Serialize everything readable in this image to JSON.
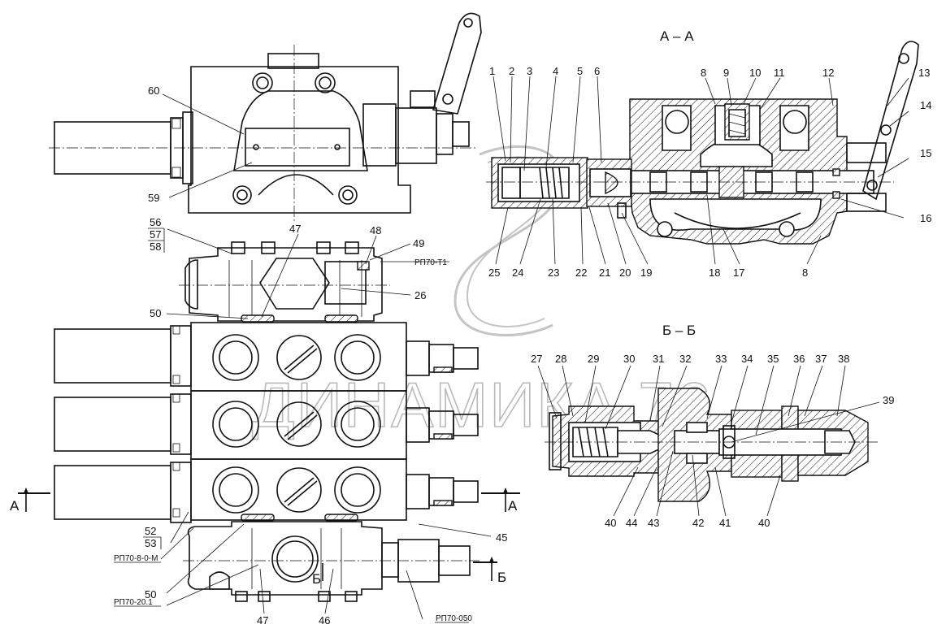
{
  "sections": {
    "aa_title": "А – А",
    "bb_title": "Б – Б",
    "cut_a": "А",
    "cut_b": "Б"
  },
  "watermark": "ДИНАМИКА 76",
  "codes": {
    "t1": "РП70-Т1",
    "body": "РП70-8-0-М",
    "cover": "РП70-20.1",
    "valve": "РП70-050"
  },
  "labels": {
    "n1": "1",
    "n2": "2",
    "n3": "3",
    "n4": "4",
    "n5": "5",
    "n6": "6",
    "n8": "8",
    "n9": "9",
    "n10": "10",
    "n11": "11",
    "n12": "12",
    "n13": "13",
    "n14": "14",
    "n15": "15",
    "n16": "16",
    "n17": "17",
    "n18": "18",
    "n19": "19",
    "n20": "20",
    "n21": "21",
    "n22": "22",
    "n23": "23",
    "n24": "24",
    "n25": "25",
    "n26": "26",
    "n27": "27",
    "n28": "28",
    "n29": "29",
    "n30": "30",
    "n31": "31",
    "n32": "32",
    "n33": "33",
    "n34": "34",
    "n35": "35",
    "n36": "36",
    "n37": "37",
    "n38": "38",
    "n39": "39",
    "n40": "40",
    "n41": "41",
    "n42": "42",
    "n43": "43",
    "n44": "44",
    "n45": "45",
    "n46": "46",
    "n47": "47",
    "n48": "48",
    "n49": "49",
    "n50": "50",
    "n52": "52",
    "n53": "53",
    "n56": "56",
    "n57": "57",
    "n58": "58",
    "n59": "59",
    "n60": "60"
  },
  "colors": {
    "line": "#111111",
    "watermark": "#b9b9b9",
    "background": "#ffffff"
  }
}
